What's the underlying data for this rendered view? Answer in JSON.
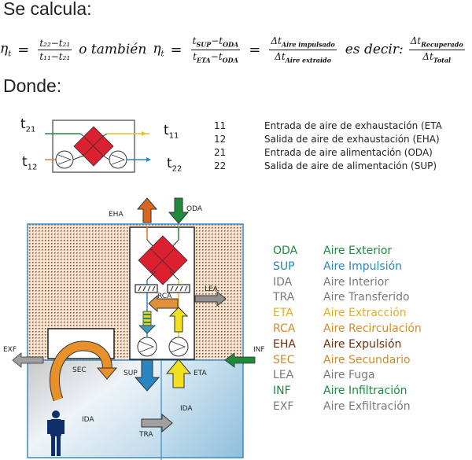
{
  "headings": {
    "calculate": "Se calcula:",
    "where": "Donde:"
  },
  "formula": {
    "eta": "η",
    "eta_sub": "t",
    "eq": "=",
    "f1_num": "t₂₂−t₂₁",
    "f1_den": "t₁₁−t₂₁",
    "also": "o también",
    "f2_num_a": "t",
    "f2_num_a_sub": "SUP",
    "f2_num_b_sub": "ODA",
    "f2_den_a_sub": "ETA",
    "f2_den_b_sub": "ODA",
    "f3_num": "Δt",
    "f3_num_sub": "Aire impulsado",
    "f3_den": "Δt",
    "f3_den_sub": "Aire extraido",
    "es_decir": "es decir:",
    "f4_num": "Δt",
    "f4_num_sub": "Recuperado",
    "f4_den": "Δt",
    "f4_den_sub": "Total"
  },
  "small_diagram": {
    "labels": [
      {
        "main": "t",
        "sub": "21"
      },
      {
        "main": "t",
        "sub": "11"
      },
      {
        "main": "t",
        "sub": "12"
      },
      {
        "main": "t",
        "sub": "22"
      }
    ]
  },
  "point_legend": [
    {
      "num": "11",
      "desc": "Entrada de aire de exhaustación (ETA"
    },
    {
      "num": "12",
      "desc": "Salida de aire de exhaustación (EHA)"
    },
    {
      "num": "21",
      "desc": "Entrada de aire alimentación (ODA)"
    },
    {
      "num": "22",
      "desc": "Salida de aire de alimentación (SUP)"
    }
  ],
  "diagram_labels": {
    "eha": "EHA",
    "oda": "ODA",
    "rca": "RCA",
    "lea": "LEA",
    "exf": "EXF",
    "inf": "INF",
    "sec": "SEC",
    "sup": "SUP",
    "eta": "ETA",
    "ida_left": "IDA",
    "ida_right": "IDA",
    "tra": "TRA"
  },
  "colors": {
    "oda": "#1f8a3c",
    "sup": "#2a86c0",
    "ida": "#7a7a7a",
    "tra": "#7a7a7a",
    "eta": "#e0b020",
    "rca": "#d9882a",
    "eha": "#7a3a10",
    "sec": "#d08a2a",
    "lea": "#7a7a7a",
    "inf": "#1f8a3c",
    "exf": "#7a7a7a",
    "exchanger": "#dc2030"
  },
  "air_legend": [
    {
      "code": "ODA",
      "name": "Aire Exterior",
      "color": "#1f8a3c"
    },
    {
      "code": "SUP",
      "name": "Aire Impulsión",
      "color": "#2a86c0"
    },
    {
      "code": "IDA",
      "name": "Aire Interior",
      "color": "#7a7a7a"
    },
    {
      "code": "TRA",
      "name": "Aire Transferido",
      "color": "#7a7a7a"
    },
    {
      "code": "ETA",
      "name": "Aire Extracción",
      "color": "#e0b020"
    },
    {
      "code": "RCA",
      "name": "Aire Recirculación",
      "color": "#d9882a"
    },
    {
      "code": "EHA",
      "name": "Aire Expulsión",
      "color": "#6e2e0c"
    },
    {
      "code": "SEC",
      "name": "Aire Secundario",
      "color": "#d08a2a"
    },
    {
      "code": "LEA",
      "name": "Aire Fuga",
      "color": "#7a7a7a"
    },
    {
      "code": "INF",
      "name": "Aire Infiltración",
      "color": "#1f8a3c"
    },
    {
      "code": "EXF",
      "name": "Aire Exfiltración",
      "color": "#7a7a7a"
    }
  ]
}
